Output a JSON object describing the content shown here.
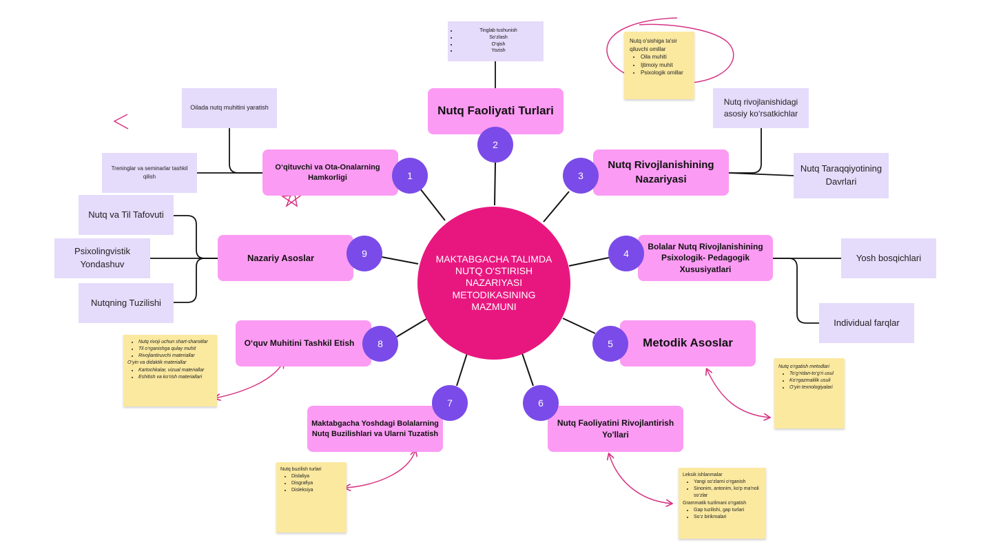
{
  "center": {
    "title": "MAKTABGACHA TALIMDA NUTQ O'STIRISH NAZARIYASI METODIKASINING MAZMUNI"
  },
  "branches": [
    {
      "number": "1",
      "label": "O‘qituvchi va Ota-Onalarning Hamkorligi"
    },
    {
      "number": "2",
      "label": "Nutq Faoliyati Turlari"
    },
    {
      "number": "3",
      "label": "Nutq Rivojlanishining Nazariyasi"
    },
    {
      "number": "4",
      "label": "Bolalar Nutq Rivojlanishining Psixologik- Pedagogik Xususiyatlari"
    },
    {
      "number": "5",
      "label": "Metodik Asoslar"
    },
    {
      "number": "6",
      "label": "Nutq Faoliyatini Rivojlantirish Yo'llari"
    },
    {
      "number": "7",
      "label": "Maktabgacha Yoshdagi Bolalarning Nutq Buzilishlari va Ularni Tuzatish"
    },
    {
      "number": "8",
      "label": "O‘quv Muhitini Tashkil Etish"
    },
    {
      "number": "9",
      "label": "Nazariy Asoslar"
    }
  ],
  "subtopics": {
    "oilada": "Oilada nutq muhitini yaratish",
    "treninglar": "Treninglar va seminarlar tashkil qilish",
    "nutq_til": "Nutq va Til Tafovuti",
    "psixolingvistik": "Psixolingvistik Yondashuv",
    "tuzilishi": "Nutqning Tuzilishi",
    "korsatkichlar": "Nutq rivojlanishidagi asosiy ko‘rsatkichlar",
    "davrlari": "Nutq Taraqqiyotining Davrlari",
    "yosh": "Yosh bosqichlari",
    "individual": "Individual farqlar"
  },
  "faoliyat_list": [
    "Tinglab tushunish",
    "So‘zlash",
    "O‘qish",
    "Yozish"
  ],
  "notes": {
    "omillar": {
      "title": "Nutq o'sishiga ta'sir qiluvchi omillar",
      "items": [
        "Oila muhiti",
        "Ijtimoiy muhit",
        "Psixologik omillar"
      ]
    },
    "muhit": {
      "items1": [
        "Nutq rivoji uchun shart-sharoitlar",
        "Til o‘rganishga qulay muhit",
        "Rivojlantiruvchi materiallar"
      ],
      "subtitle": "O‘yin va didaktik materiallar",
      "items2": [
        "Kartochkalar, vizual materiallar",
        "Eshitish va ko‘rish materiallari"
      ]
    },
    "metodlar": {
      "title": "Nutq o‘rgatish metodlari",
      "items": [
        "To‘g‘ridan-to‘g‘ri usul",
        "Ko‘rgazmalilik usuli",
        "O‘yin texnologiyalari"
      ]
    },
    "buzilish": {
      "title": "Nutq buzilish turlari",
      "items": [
        "Dislaliya",
        "Disgrafiya",
        "Disleksiya"
      ]
    },
    "leksik": {
      "title1": "Leksik ishlanmalar",
      "items1": [
        "Yangi so‘zlarni o‘rganish",
        "Sinonim, antonim, ko‘p ma'noli so‘zlar"
      ],
      "title2": "Grammatik tuzilmani o‘rgatish",
      "items2": [
        "Gap tuzilishi, gap turlari",
        "So‘z birikmalari"
      ]
    }
  },
  "colors": {
    "center": "#e8177f",
    "branch": "#fb9bf3",
    "number": "#7a4be8",
    "subtopic": "#e5dbfb",
    "sticky": "#fbe9a0",
    "annotation": "#d63384"
  }
}
